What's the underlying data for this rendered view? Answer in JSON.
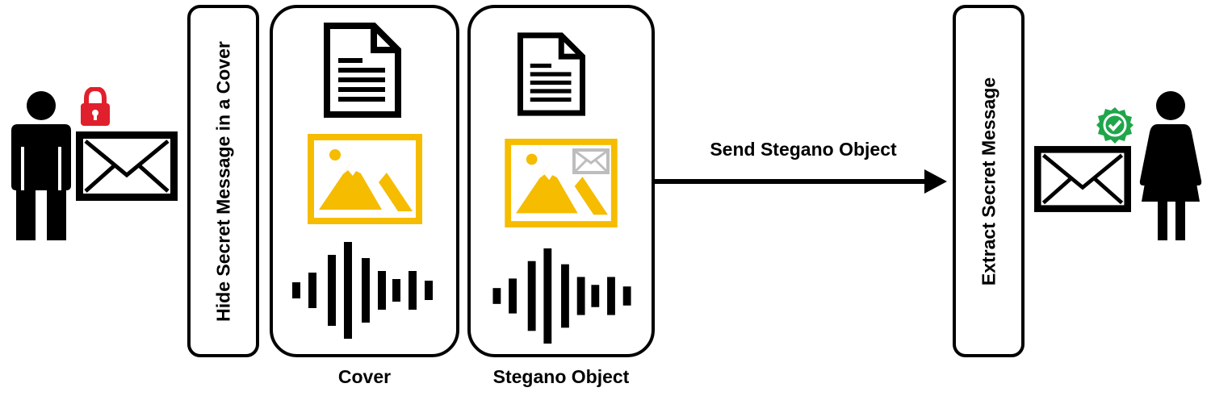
{
  "diagram": {
    "hide_step_label": "Hide Secret Message in a Cover",
    "cover_caption": "Cover",
    "stegano_caption": "Stegano Object",
    "arrow_label": "Send Stegano Object",
    "extract_step_label": "Extract Secret Message"
  },
  "colors": {
    "image_yellow": "#F5BC00",
    "lock_red": "#E0202C",
    "check_green": "#1FA64A",
    "small_envelope_gray": "#BDBDBD"
  },
  "icons": {
    "sender": "male-person-icon",
    "lock": "padlock-icon",
    "receiver": "female-person-icon",
    "verified": "check-badge-icon"
  }
}
